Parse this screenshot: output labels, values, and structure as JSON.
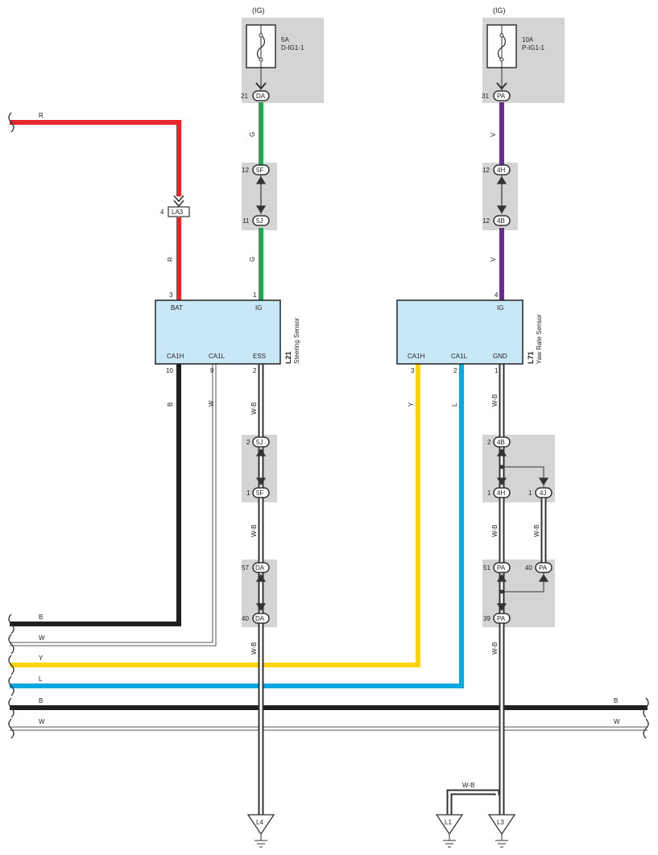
{
  "fuses": [
    {
      "supply": "(IG)",
      "rating": "5A",
      "name": "D-IG1-1",
      "pin": "21",
      "connector": "DA"
    },
    {
      "supply": "(IG)",
      "rating": "10A",
      "name": "P-IG1-1",
      "pin": "31",
      "connector": "PA"
    }
  ],
  "wire_colors": {
    "R": "#e8262b",
    "G": "#1ea850",
    "V": "#6a2c91",
    "B": "#1e1e1e",
    "Y": "#ffd400",
    "L": "#0aa7e0",
    "W": "#ffffff",
    "WB": "#ffffff"
  },
  "connectors": {
    "la3": {
      "pin": "4",
      "id": "LA3"
    },
    "c5f_top": {
      "pin": "12",
      "id": "5F"
    },
    "c5j_top": {
      "pin": "11",
      "id": "5J"
    },
    "c5j_bot": {
      "pin": "2",
      "id": "5J"
    },
    "c5f_bot": {
      "pin": "1",
      "id": "5F"
    },
    "da57": {
      "pin": "57",
      "id": "DA"
    },
    "da40": {
      "pin": "40",
      "id": "DA"
    },
    "c4h_top": {
      "pin": "12",
      "id": "4H"
    },
    "c4b_top": {
      "pin": "12",
      "id": "4B"
    },
    "c4b_bot": {
      "pin": "2",
      "id": "4B"
    },
    "c4h_bot": {
      "pin": "1",
      "id": "4H"
    },
    "c4j": {
      "pin": "1",
      "id": "4J"
    },
    "pa51": {
      "pin": "51",
      "id": "PA"
    },
    "pa40": {
      "pin": "40",
      "id": "PA"
    },
    "pa39": {
      "pin": "39",
      "id": "PA"
    }
  },
  "steering_sensor": {
    "code": "L21",
    "name": "Steering Sensor",
    "top_pins": [
      {
        "label": "BAT",
        "num": "3"
      },
      {
        "label": "IG",
        "num": "1"
      }
    ],
    "bottom_pins": [
      {
        "label": "CA1H",
        "num": "10"
      },
      {
        "label": "CA1L",
        "num": "9"
      },
      {
        "label": "ESS",
        "num": "2"
      }
    ]
  },
  "yaw_sensor": {
    "code": "L71",
    "name": "Yaw Rate Sensor",
    "top_pins": [
      {
        "label": "IG",
        "num": "4"
      }
    ],
    "bottom_pins": [
      {
        "label": "CA1H",
        "num": "3"
      },
      {
        "label": "CA1L",
        "num": "2"
      },
      {
        "label": "GND",
        "num": "1"
      }
    ]
  },
  "wire_labels": {
    "r_top": "R",
    "r_mid": "R",
    "g_top": "G",
    "g_mid": "G",
    "v_top": "V",
    "v_mid": "V",
    "b_steer": "B",
    "w_steer": "W",
    "wb_ess1": "W-B",
    "wb_ess2": "W-B",
    "wb_ess3": "W-B",
    "y_yaw": "Y",
    "l_yaw": "L",
    "wb_gnd1": "W-B",
    "wb_gnd2": "W-B",
    "wb_gnd3": "W-B",
    "wb_4j": "W-B",
    "wb_l1": "W-B",
    "bus_b": "B",
    "bus_w": "W",
    "bus_y": "Y",
    "bus_l": "L",
    "bus_b2": "B",
    "bus_w2": "W",
    "bus_b2_right": "B",
    "bus_w2_right": "W"
  },
  "grounds": [
    "L4",
    "L1",
    "L3"
  ]
}
